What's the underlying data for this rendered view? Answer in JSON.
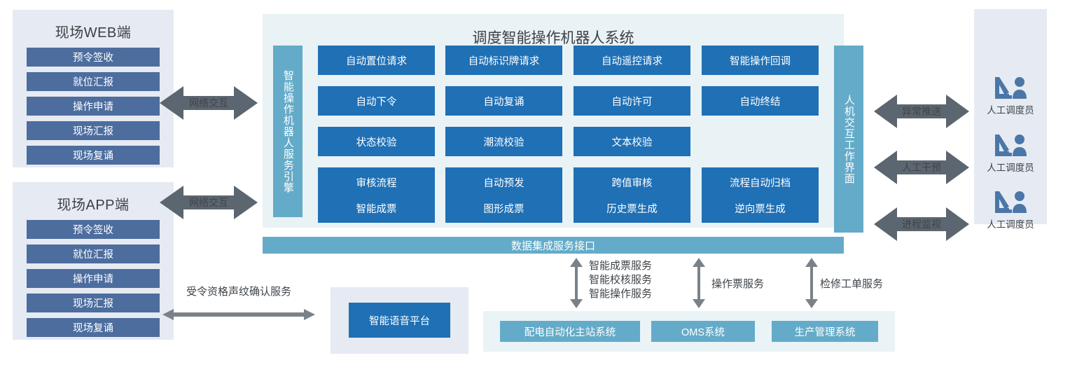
{
  "colors": {
    "panel_bg": "#e6eaf2",
    "panel_light": "#e9f2f5",
    "primary_blue": "#1f70b5",
    "slate_blue": "#4c6d9e",
    "teal": "#64abc9",
    "arrow_grey": "#5c6670",
    "thin_arrow_grey": "#7a8289",
    "text": "#3f4449"
  },
  "left": {
    "web_client": {
      "title": "现场WEB端",
      "items": [
        "预令签收",
        "就位汇报",
        "操作申请",
        "现场汇报",
        "现场复诵"
      ]
    },
    "app_client": {
      "title": "现场APP端",
      "items": [
        "预令签收",
        "就位汇报",
        "操作申请",
        "现场汇报",
        "现场复诵"
      ]
    },
    "arrows": [
      {
        "label": "网络交互"
      },
      {
        "label": "网络交互"
      }
    ]
  },
  "center": {
    "title": "调度智能操作机器人系统",
    "engine_label": "智能操作机器人服务引擎",
    "hmi_label": "人机交互工作界面",
    "grid_rows": [
      [
        "自动置位请求",
        "自动标识牌请求",
        "自动遥控请求",
        "智能操作回调"
      ],
      [
        "自动下令",
        "自动复诵",
        "自动许可",
        "自动终结"
      ],
      [
        "状态校验",
        "潮流校验",
        "文本校验",
        ""
      ],
      [
        "审核流程",
        "自动预发",
        "跨值审核",
        "流程自动归档"
      ],
      [
        "智能成票",
        "图形成票",
        "历史票生成",
        "逆向票生成"
      ]
    ],
    "data_bus_label": "数据集成服务接口"
  },
  "right": {
    "arrows": [
      {
        "label": "异常推送"
      },
      {
        "label": "人工干预"
      },
      {
        "label": "进程监视"
      }
    ],
    "operators": [
      {
        "icon": "operator-workstation-icon",
        "label": "人工调度员"
      },
      {
        "icon": "operator-workstation-icon",
        "label": "人工调度员"
      },
      {
        "icon": "operator-workstation-icon",
        "label": "人工调度员"
      }
    ]
  },
  "bottom": {
    "voice": {
      "arrow_label": "受令资格声纹确认服务",
      "platform_label": "智能语音平台"
    },
    "services": [
      {
        "label": "智能成票服务\n智能校核服务\n智能操作服务"
      },
      {
        "label": "操作票服务"
      },
      {
        "label": "检修工单服务"
      }
    ],
    "systems": [
      "配电自动化主站系统",
      "OMS系统",
      "生产管理系统"
    ]
  }
}
